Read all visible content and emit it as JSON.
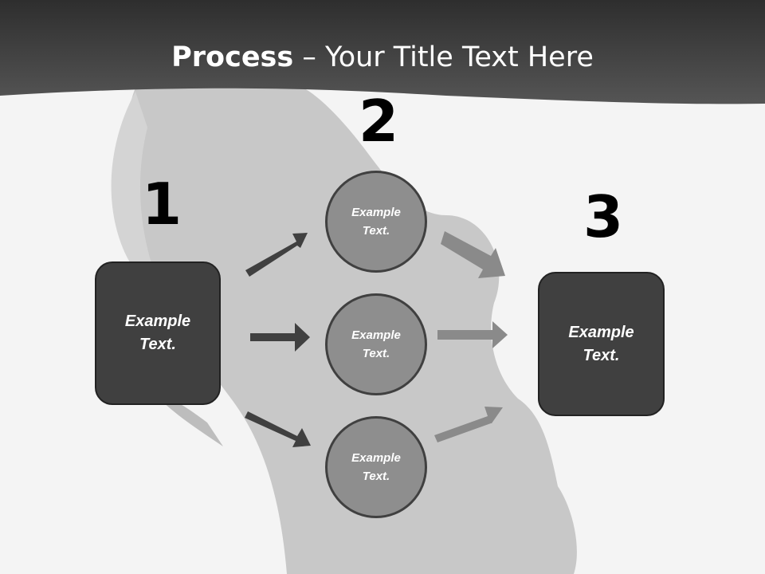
{
  "header": {
    "title_bold": "Process",
    "title_rest": " – Your Title Text Here",
    "color": "#3a3a3a"
  },
  "steps": {
    "n1": "1",
    "n2": "2",
    "n3": "3"
  },
  "left_box": {
    "label": "Example\nText."
  },
  "circles": [
    {
      "label": "Example\nText."
    },
    {
      "label": "Example\nText."
    },
    {
      "label": "Example\nText."
    }
  ],
  "right_box": {
    "label": "Example\nText."
  },
  "colors": {
    "dark": "#404040",
    "circle": "#8e8e8e",
    "arrow_dark": "#404040",
    "arrow_light": "#8a8a8a",
    "silhouette": "#c9c9c9"
  }
}
